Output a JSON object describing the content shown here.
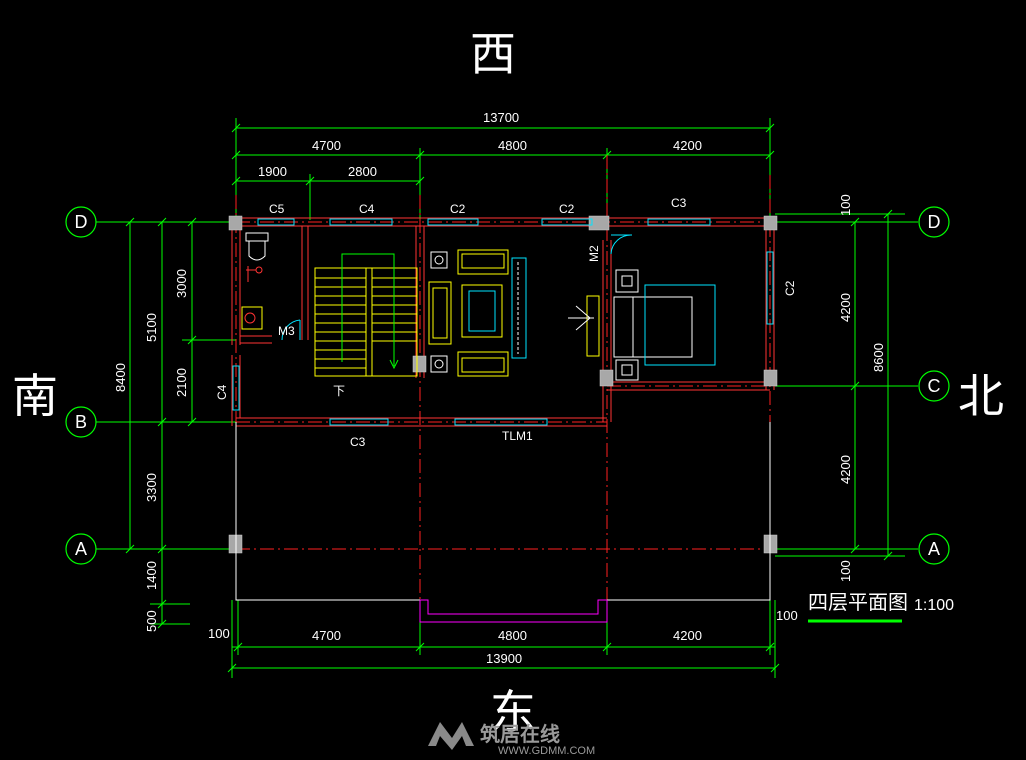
{
  "directions": {
    "west": "西",
    "south": "南",
    "north": "北",
    "east": "东"
  },
  "top_dims": {
    "total": "13700",
    "seg1": "4700",
    "seg2": "4800",
    "seg3": "4200",
    "sub1": "1900",
    "sub2": "2800"
  },
  "bottom_dims": {
    "total": "13900",
    "seg1": "4700",
    "seg2": "4800",
    "seg3": "4200",
    "left_offset": "100",
    "right_offset": "100"
  },
  "left_dims": {
    "overall": "8400",
    "a": "5100",
    "b": "3000",
    "c": "2100",
    "d": "3300",
    "e": "1400",
    "f": "500"
  },
  "right_dims": {
    "overall": "8600",
    "top": "100",
    "upper": "4200",
    "lower": "4200",
    "bottom": "100"
  },
  "axes": {
    "d_left": "D",
    "b_left": "B",
    "a_left": "A",
    "d_right": "D",
    "c_right": "C",
    "a_right": "A"
  },
  "openings": {
    "c5": "C5",
    "c4_top": "C4",
    "c2_a": "C2",
    "c2_b": "C2",
    "c3_top": "C3",
    "m2": "M2",
    "c2_right": "C2",
    "m3": "M3",
    "c4_left": "C4",
    "c3_bottom": "C3",
    "tlm1": "TLM1",
    "stair_down": "下"
  },
  "title": {
    "text": "四层平面图",
    "scale": "1:100"
  },
  "watermark": {
    "brand": "筑居在线",
    "url": "WWW.GDMM.COM"
  },
  "colors": {
    "background": "#000000",
    "dimension": "#00ff00",
    "axis": "#ff2020",
    "wall": "#ff3333",
    "window": "#00e5ff",
    "furniture": "#ffff00",
    "balcony": "#ff00ff",
    "text": "#ffffff",
    "title_underline": "#00ff00"
  }
}
